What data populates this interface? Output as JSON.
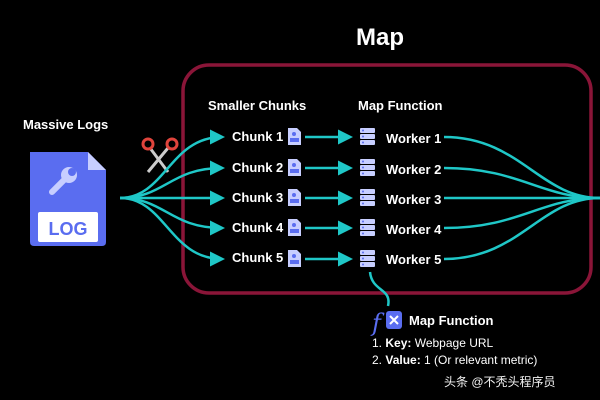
{
  "title": "Map",
  "source": {
    "label": "Massive Logs",
    "file_icon": "log-file-icon",
    "badge": "LOG"
  },
  "splitter_icon": "scissors-icon",
  "columns": {
    "chunks": "Smaller Chunks",
    "map": "Map Function"
  },
  "chunks": [
    "Chunk 1",
    "Chunk 2",
    "Chunk 3",
    "Chunk 4",
    "Chunk 5"
  ],
  "chunk_icon": "document-icon",
  "workers": [
    "Worker 1",
    "Worker 2",
    "Worker 3",
    "Worker 4",
    "Worker 5"
  ],
  "worker_icon": "server-icon",
  "function_note": {
    "icon": "function-icon",
    "title": "Map Function",
    "items": [
      {
        "num": "1.",
        "key": "Key:",
        "value": " Webpage URL"
      },
      {
        "num": "2.",
        "key": "Value:",
        "value": " 1 (Or relevant metric)"
      }
    ]
  },
  "watermark": "头条 @不秃头程序员",
  "colors": {
    "background": "#000000",
    "frame": "#8a1538",
    "arrow": "#1fc7c7",
    "file": "#5a6df0",
    "file_light": "#c7ceff"
  }
}
